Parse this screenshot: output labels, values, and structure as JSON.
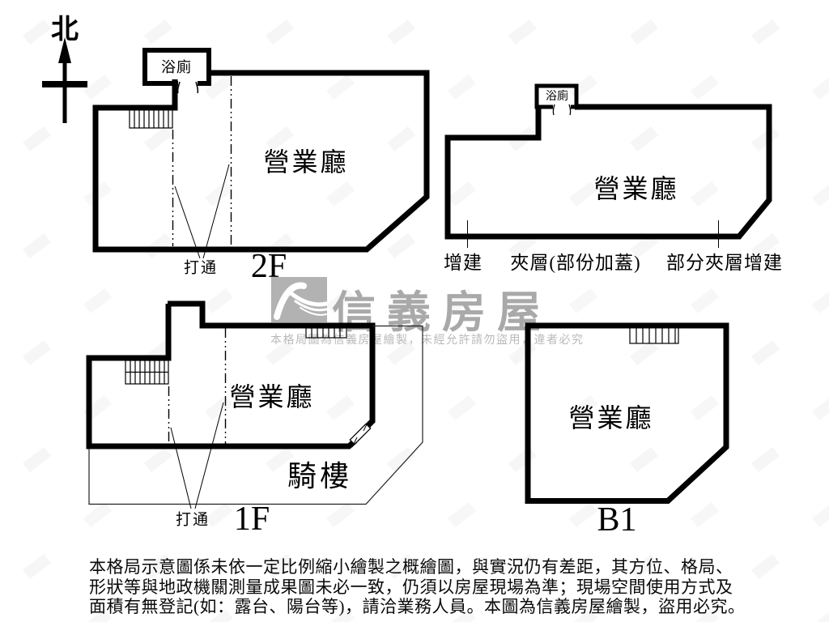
{
  "compass": {
    "label": "北"
  },
  "watermark": {
    "brand": "信義房屋",
    "notice": "本格局圖為信義房屋繪製，未經允許請勿盜用，違者必究"
  },
  "floor_2f": {
    "title": "2F",
    "hall": "營業廳",
    "bathroom": "浴廁",
    "knock_through": "打通"
  },
  "mezzanine": {
    "hall": "營業廳",
    "bathroom": "浴廁",
    "label_addition": "增建",
    "label_mezzanine": "夾層(部份加蓋)",
    "label_partial_mezzanine": "部分夾層增建"
  },
  "floor_1f": {
    "title": "1F",
    "hall": "營業廳",
    "arcade": "騎樓",
    "knock_through": "打通"
  },
  "floor_b1": {
    "title": "B1",
    "hall": "營業廳"
  },
  "disclaimer": {
    "line1": "本格局示意圖係未依一定比例縮小繪製之概繪圖，與實況仍有差距，其方位、格局、",
    "line2": "形狀等與地政機關測量成果圖未必一致，仍須以房屋現場為準；現場空間使用方式及",
    "line3": "面積有無登記(如：露台、陽台等)，請洽業務人員。本圖為信義房屋繪製，盜用必究。"
  },
  "colors": {
    "wall": "#000000",
    "watermark_gray": "#a9a9a9",
    "notice_gray": "#b9b9b9",
    "logo_gray": "#b2b2b2"
  }
}
